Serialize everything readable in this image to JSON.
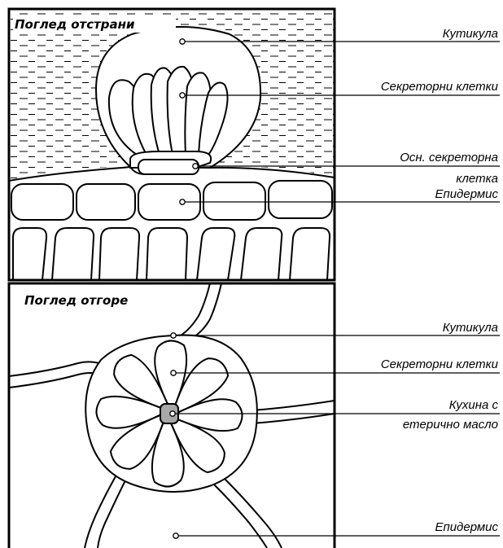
{
  "panels": {
    "side": {
      "title": "Поглед отстрани"
    },
    "top": {
      "title": "Поглед отгоре"
    }
  },
  "labels": {
    "side_cuticle": "Кутикула",
    "side_secretory_cells": "Секреторни клетки",
    "side_basal_cell_line1": "Осн. секреторна",
    "side_basal_cell_line2": "клетка",
    "side_epidermis": "Епидермис",
    "top_cuticle": "Кутикула",
    "top_secretory_cells": "Секреторни клетки",
    "top_cavity_line1": "Кухина с",
    "top_cavity_line2": "етерично масло",
    "top_epidermis": "Епидермис"
  },
  "colors": {
    "stroke": "#000000",
    "background": "#ffffff",
    "oil_cavity": "#a8a8a8"
  }
}
